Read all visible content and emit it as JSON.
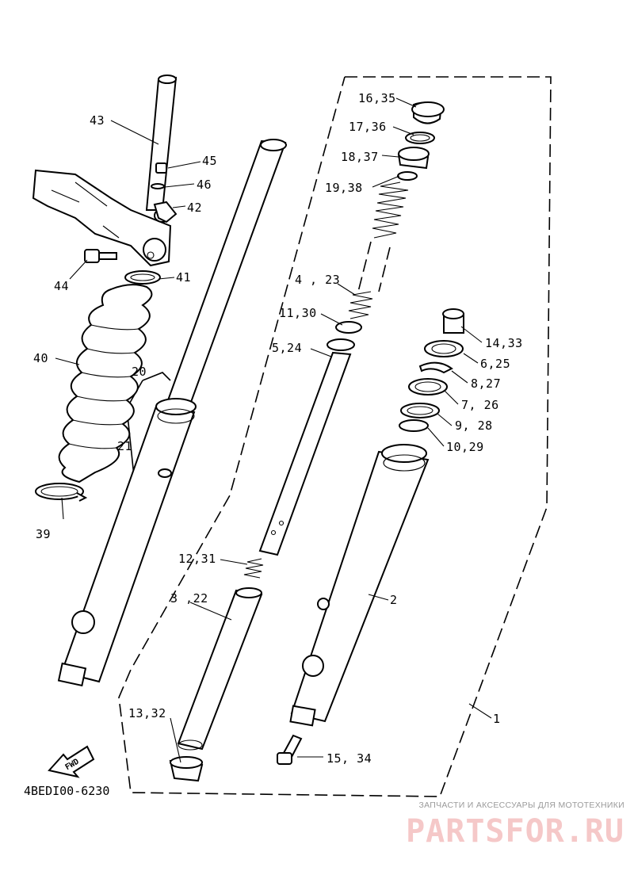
{
  "diagram": {
    "code": "4BEDI00-6230",
    "fwd_label": "FWD",
    "callouts": {
      "c1": "1",
      "c2": "2",
      "c322": "3 ,22",
      "c423": "4 , 23",
      "c524": "5,24",
      "c625": "6,25",
      "c726": "7, 26",
      "c827": "8,27",
      "c928": "9, 28",
      "c1029": "10,29",
      "c1130": "11,30",
      "c1231": "12,31",
      "c1332": "13,32",
      "c1433": "14,33",
      "c1534": "15, 34",
      "c1635": "16,35",
      "c1736": "17,36",
      "c1837": "18,37",
      "c1938": "19,38",
      "c20": "20",
      "c21": "21",
      "c39": "39",
      "c40": "40",
      "c41": "41",
      "c42": "42",
      "c43": "43",
      "c44": "44",
      "c45": "45",
      "c46": "46"
    }
  },
  "watermark": {
    "caption": "ЗАПЧАСТИ И АКСЕССУАРЫ ДЛЯ МОТОТЕХНИКИ",
    "brand": "PARTSFOR.RU",
    "color": "#f5c8c8"
  }
}
